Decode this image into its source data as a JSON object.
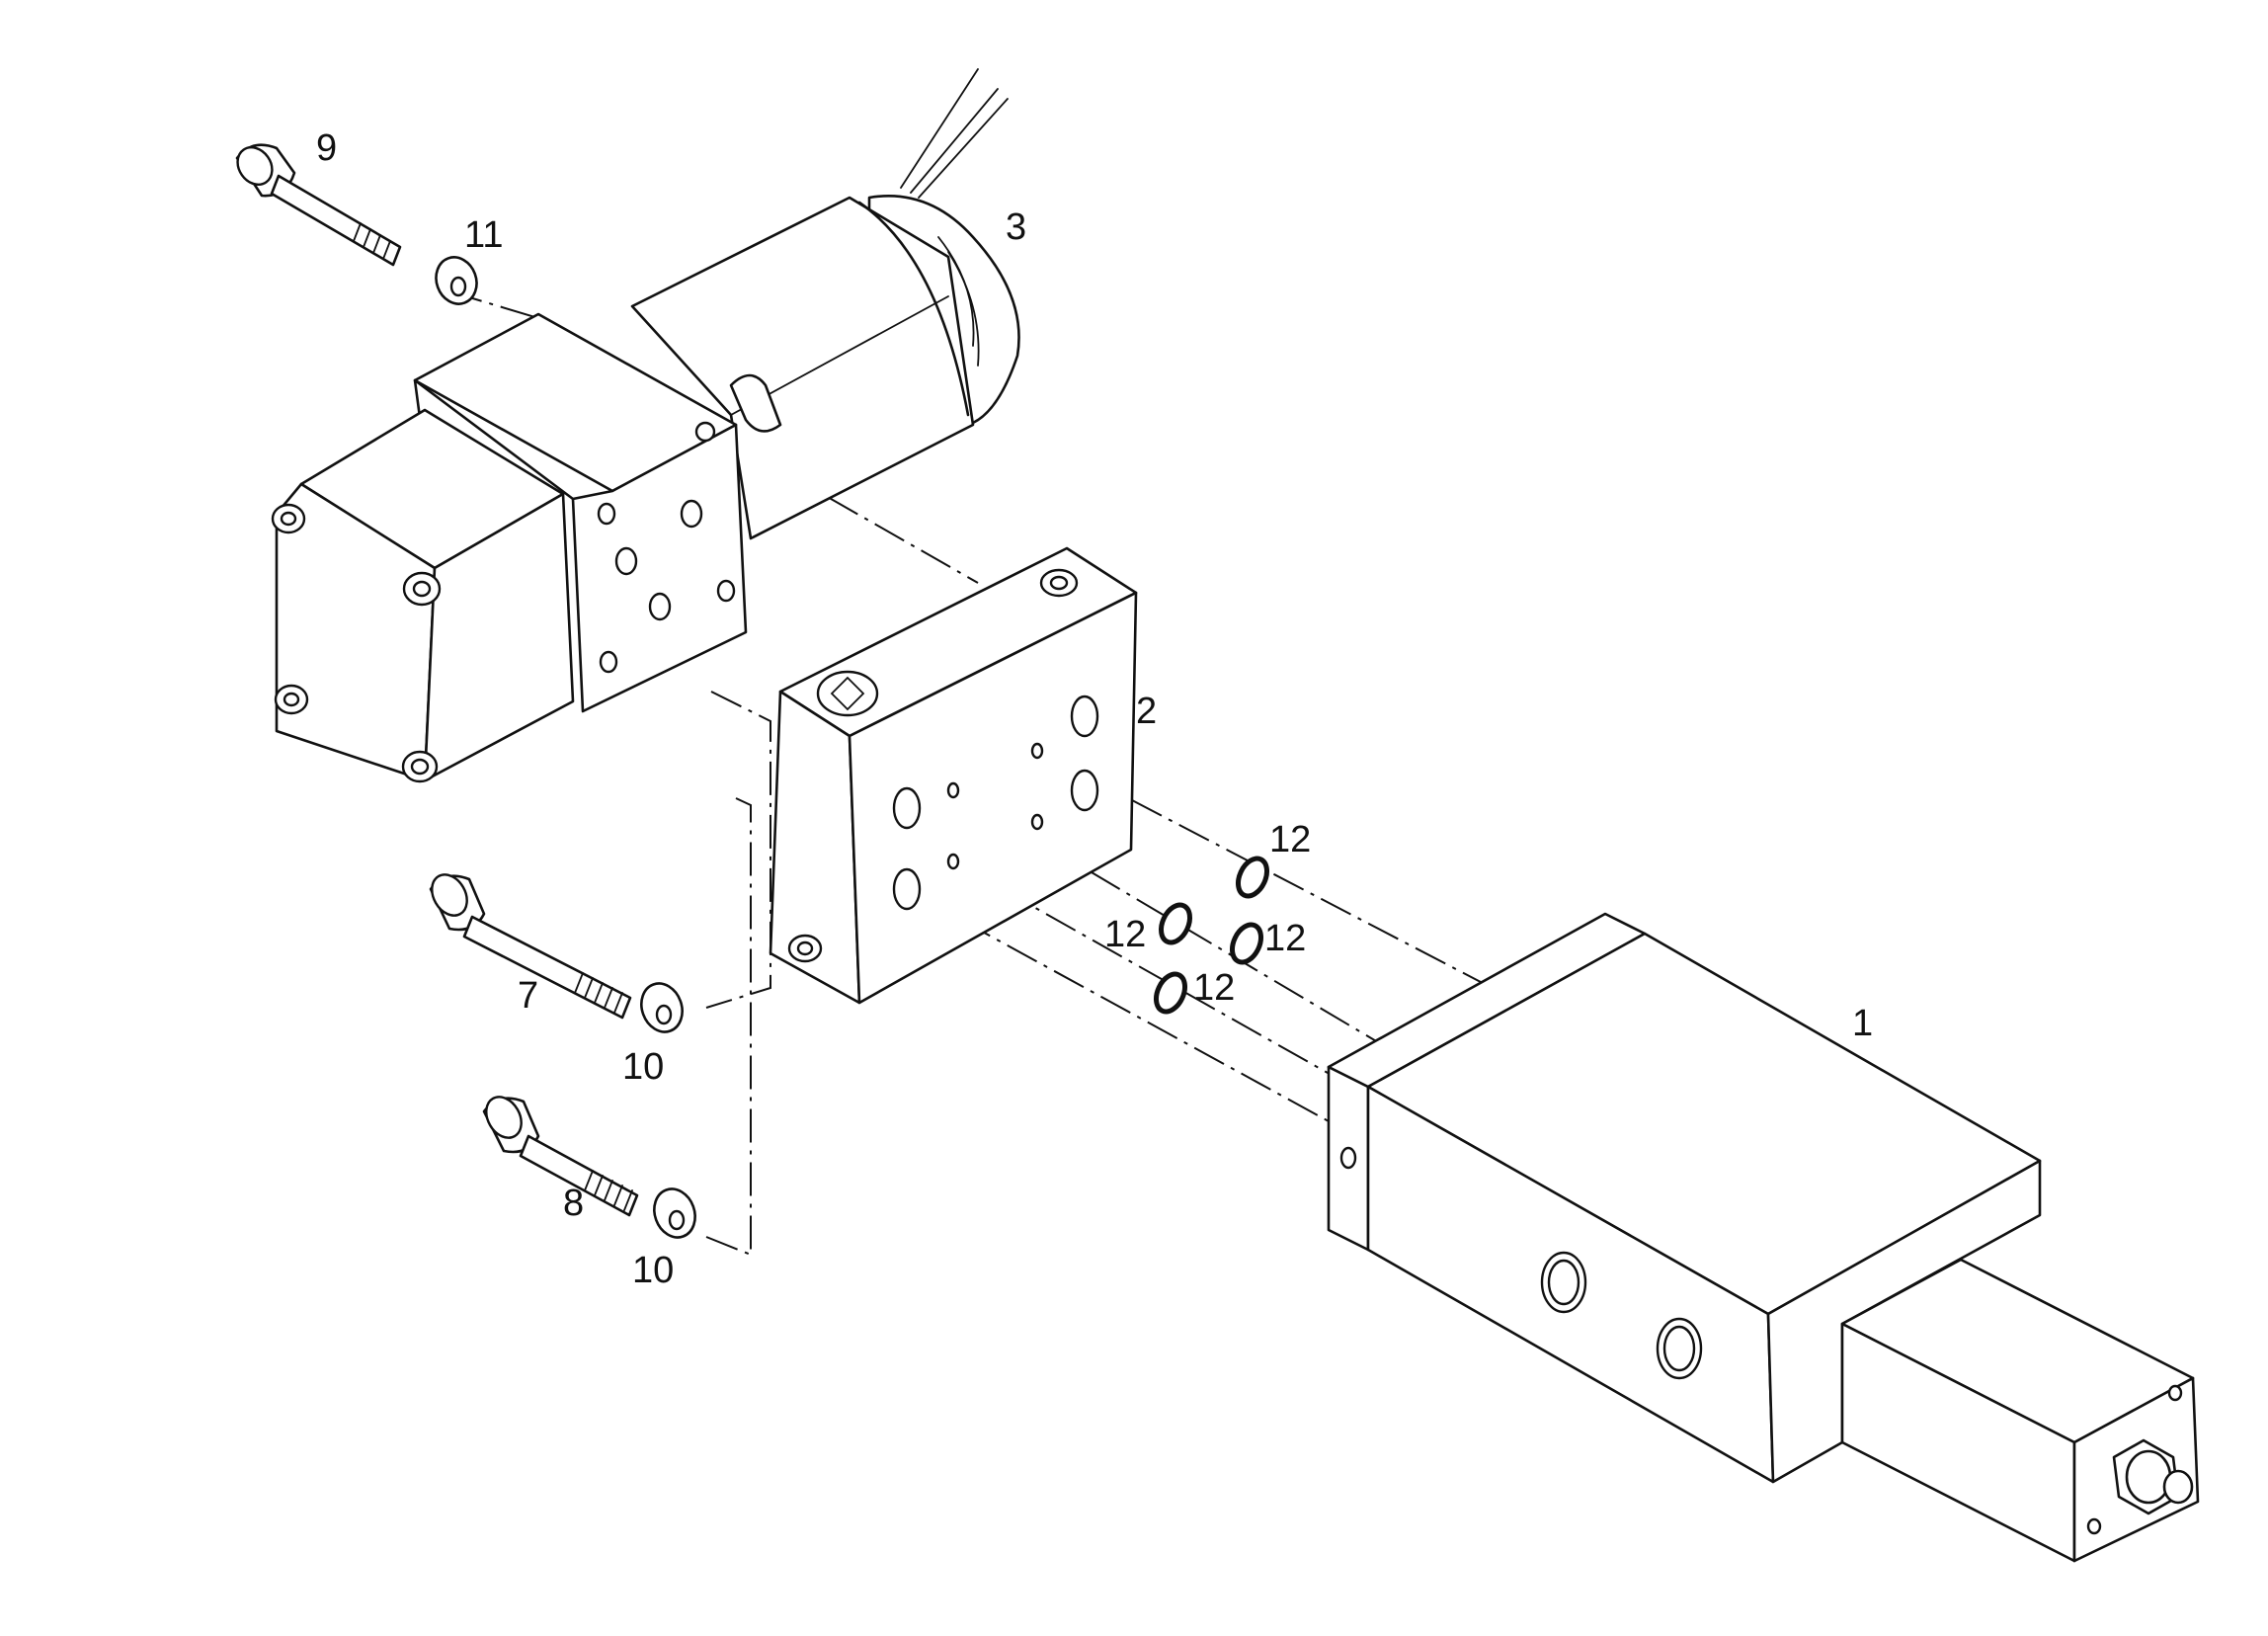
{
  "labels": {
    "part_1": "1",
    "part_2": "2",
    "part_3": "3",
    "part_7": "7",
    "part_8": "8",
    "part_9": "9",
    "part_10a": "10",
    "part_10b": "10",
    "part_11": "11",
    "part_12a": "12",
    "part_12b": "12",
    "part_12c": "12",
    "part_12d": "12"
  }
}
